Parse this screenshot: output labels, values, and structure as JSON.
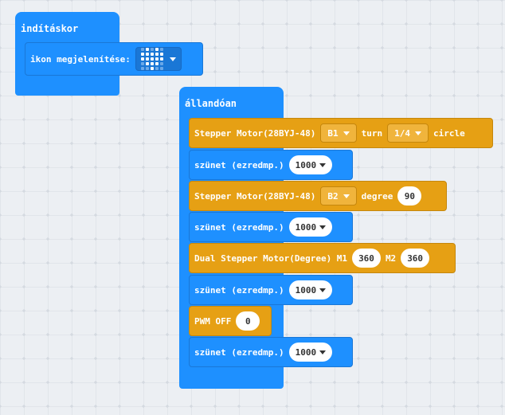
{
  "on_start": {
    "title": "indításkor",
    "show_icon_label": "ikon megjelenítése:",
    "icon": "heart-icon"
  },
  "forever": {
    "title": "állandóan",
    "stepper1": {
      "label": "Stepper Motor(28BYJ-48)",
      "motor": "B1",
      "turn_label": "turn",
      "amount": "1/4",
      "unit": "circle"
    },
    "pause1": {
      "label": "szünet (ezredmp.)",
      "value": "1000"
    },
    "stepper2": {
      "label": "Stepper Motor(28BYJ-48)",
      "motor": "B2",
      "degree_label": "degree",
      "value": "90"
    },
    "pause2": {
      "label": "szünet (ezredmp.)",
      "value": "1000"
    },
    "dual": {
      "label": "Dual Stepper Motor(Degree) M1",
      "m1": "360",
      "m2_label": "M2",
      "m2": "360"
    },
    "pause3": {
      "label": "szünet (ezredmp.)",
      "value": "1000"
    },
    "pwm": {
      "label": "PWM OFF",
      "value": "0"
    },
    "pause4": {
      "label": "szünet (ezredmp.)",
      "value": "1000"
    }
  },
  "colors": {
    "blue": "#1e90ff",
    "orange": "#e6a014",
    "workspace": "#eceff3"
  }
}
